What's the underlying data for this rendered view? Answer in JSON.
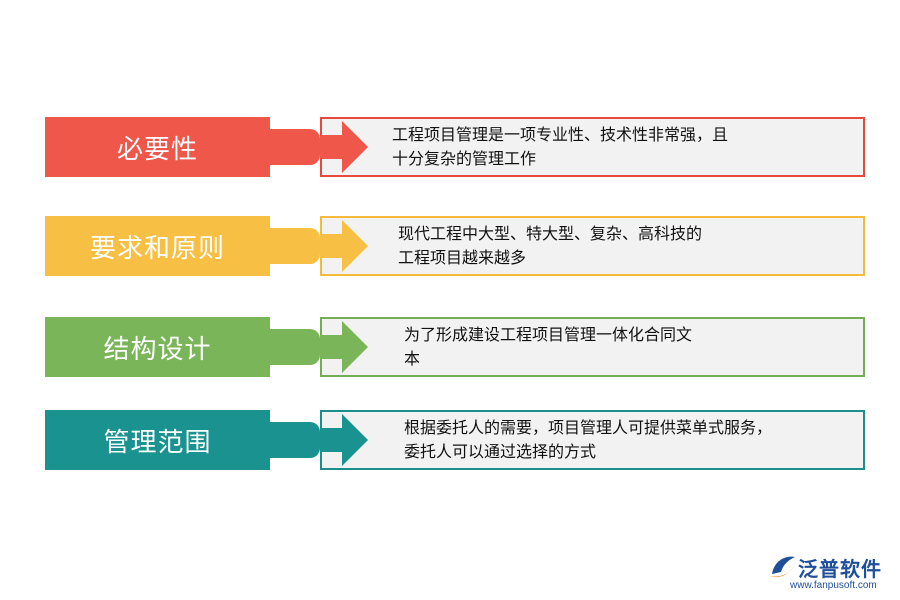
{
  "rows": [
    {
      "label": "必要性",
      "desc_lines": [
        "工程项目管理是一项专业性、技术性非常强，且",
        "十分复杂的管理工作"
      ],
      "color": "#f0574b",
      "border": "#e8493e"
    },
    {
      "label": "要求和原则",
      "desc_lines": [
        "现代工程中大型、特大型、复杂、高科技的",
        "工程项目越来越多"
      ],
      "color": "#f8bf45",
      "border": "#f5b93b"
    },
    {
      "label": "结构设计",
      "desc_lines": [
        "为了形成建设工程项目管理一体化合同文",
        "本"
      ],
      "color": "#7ab55a",
      "border": "#74ad56"
    },
    {
      "label": "管理范围",
      "desc_lines": [
        "根据委托人的需要，项目管理人可提供菜单式服务，",
        "委托人可以通过选择的方式"
      ],
      "color": "#1a9290",
      "border": "#1a8f8c"
    }
  ],
  "logo": {
    "name": "泛普软件",
    "url": "www.fanpusoft.com"
  }
}
